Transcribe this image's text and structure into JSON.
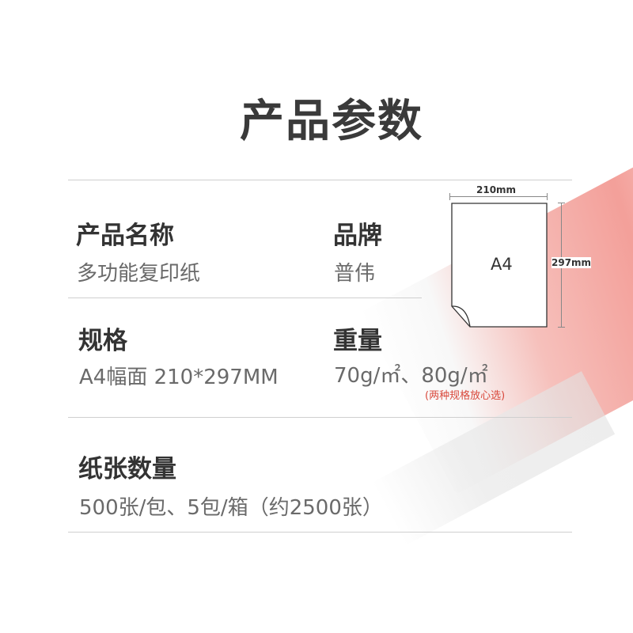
{
  "header": {
    "title": "产品参数"
  },
  "params": {
    "name": {
      "label": "产品名称",
      "value": "多功能复印纸"
    },
    "brand": {
      "label": "品牌",
      "value": "普伟"
    },
    "spec": {
      "label": "规格",
      "value": "A4幅面 210*297MM"
    },
    "weight": {
      "label": "重量",
      "value": "70g/㎡、80g/㎡",
      "note": "(两种规格放心选)"
    },
    "quantity": {
      "label": "纸张数量",
      "value": "500张/包、5包/箱（约2500张）"
    }
  },
  "diagram": {
    "width_label": "210mm",
    "height_label": "297mm",
    "sheet_label": "A4"
  },
  "ream": {
    "brand_text": "普伟"
  },
  "colors": {
    "accent_red": "#d9483b",
    "rule": "#cfcfcf",
    "text_dark": "#333333",
    "text_light": "#6a6a6a"
  }
}
